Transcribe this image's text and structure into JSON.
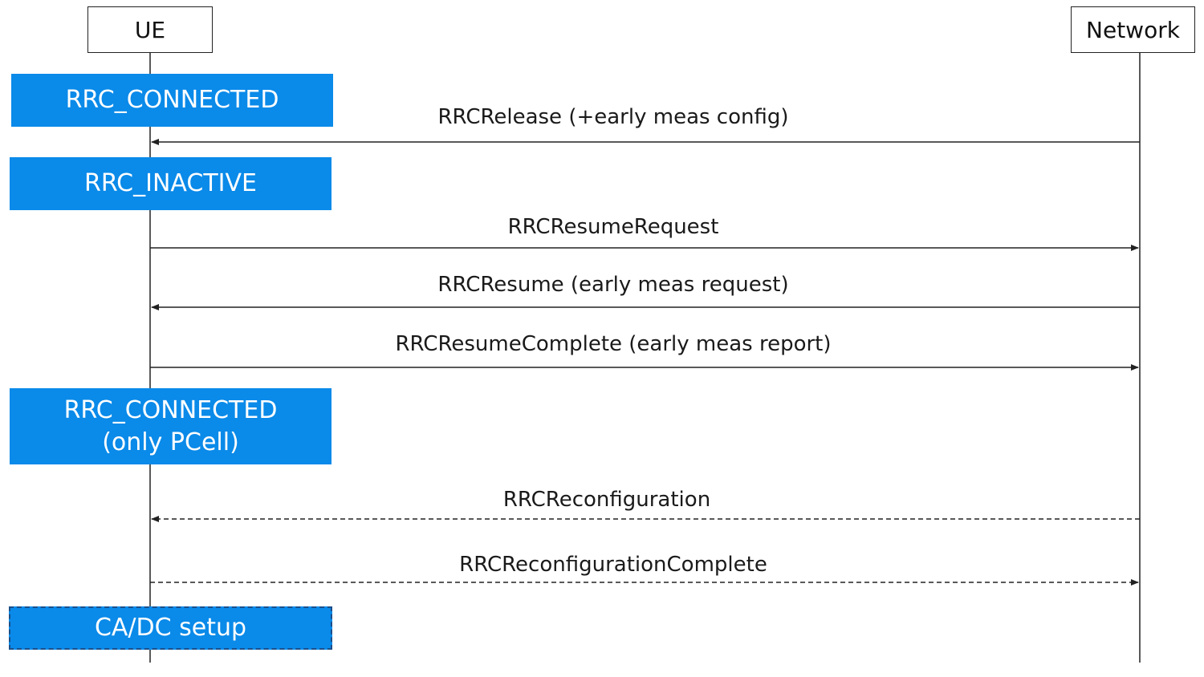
{
  "entities": {
    "ue": "UE",
    "network": "Network"
  },
  "states": {
    "connected": "RRC_CONNECTED",
    "inactive": "RRC_INACTIVE",
    "connected_pcell_line1": "RRC_CONNECTED",
    "connected_pcell_line2": "(only PCell)",
    "ca_dc_setup": "CA/DC setup"
  },
  "messages": [
    {
      "label": "RRCRelease (+early meas config)",
      "direction": "network-to-ue",
      "style": "solid"
    },
    {
      "label": "RRCResumeRequest",
      "direction": "ue-to-network",
      "style": "solid"
    },
    {
      "label": "RRCResume (early meas request)",
      "direction": "network-to-ue",
      "style": "solid"
    },
    {
      "label": "RRCResumeComplete (early meas report)",
      "direction": "ue-to-network",
      "style": "solid"
    },
    {
      "label": "RRCReconfiguration",
      "direction": "network-to-ue",
      "style": "dashed"
    },
    {
      "label": "RRCReconfigurationComplete",
      "direction": "ue-to-network",
      "style": "dashed"
    }
  ],
  "colors": {
    "state_fill": "#0a8ae9",
    "line": "#222222"
  }
}
